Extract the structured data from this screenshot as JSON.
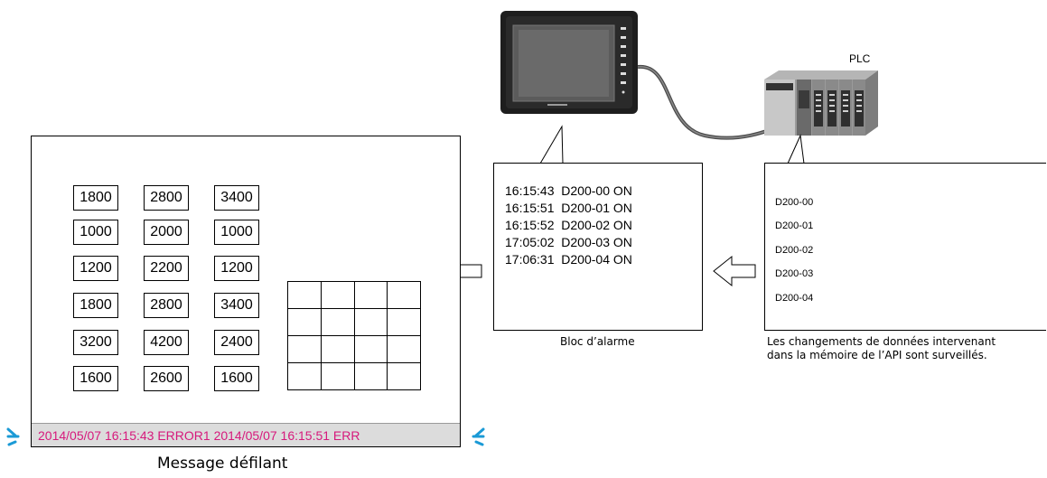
{
  "screen": {
    "values": [
      [
        "1800",
        "2800",
        "3400"
      ],
      [
        "1000",
        "2000",
        "1000"
      ],
      [
        "1200",
        "2200",
        "1200"
      ],
      [
        "1800",
        "2800",
        "3400"
      ],
      [
        "3200",
        "4200",
        "2400"
      ],
      [
        "1600",
        "2600",
        "1600"
      ]
    ],
    "ticker_text": "2014/05/07 16:15:43  ERROR1    2014/05/07  16:15:51  ERR",
    "ticker_color": "#d6197c",
    "caption": "Message défilant"
  },
  "alarm_block": {
    "lines": [
      "16:15:43  D200-00 ON",
      "16:15:51  D200-01 ON",
      "16:15:52  D200-02 ON",
      "17:05:02  D200-03 ON",
      "17:06:31  D200-04 ON"
    ],
    "caption": "Bloc d’alarme"
  },
  "timing": {
    "signals": [
      "D200-00",
      "D200-01",
      "D200-02",
      "D200-03",
      "D200-04"
    ],
    "caption_line1": "Les changements de données intervenant",
    "caption_line2": "dans la mémoire de l’API sont surveillés."
  },
  "plc": {
    "label": "PLC"
  },
  "colors": {
    "blink": "#1a9ad6",
    "ticker_bg": "#dcdcdc",
    "hmi_frame": "#222222"
  }
}
